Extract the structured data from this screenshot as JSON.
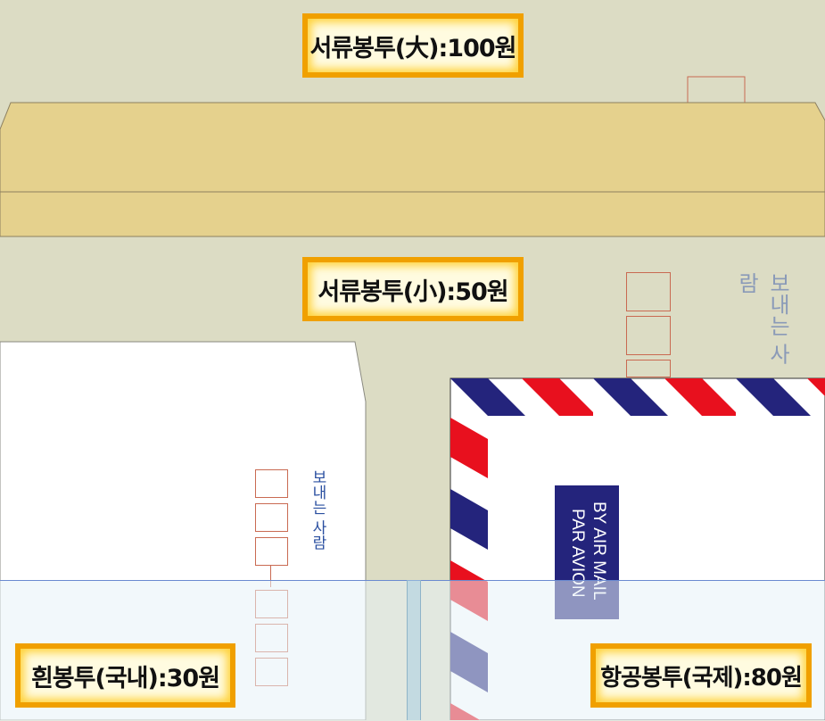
{
  "labels": {
    "document_large": "서류봉투(大):100원",
    "document_small": "서류봉투(小):50원",
    "white_domestic": "흰봉투(국내):30원",
    "airmail_international": "항공봉투(국제):80원"
  },
  "envelope_text": {
    "sender_white": "보내는 사람",
    "sender_doc_small": "보내는 사람",
    "airmail_line1": "BY AIR MAIL",
    "airmail_line2": "PAR AVION"
  },
  "colors": {
    "background": "#dcdcc4",
    "large_envelope": "#e5d18d",
    "label_border": "#f0a000",
    "label_fill": "#fffbe0",
    "airmail_red": "#e8101e",
    "airmail_blue": "#24247c",
    "stamp_box": "#c96a52",
    "sender_text_blue": "#2a4fa0",
    "overlay": "#e8f3f8"
  }
}
